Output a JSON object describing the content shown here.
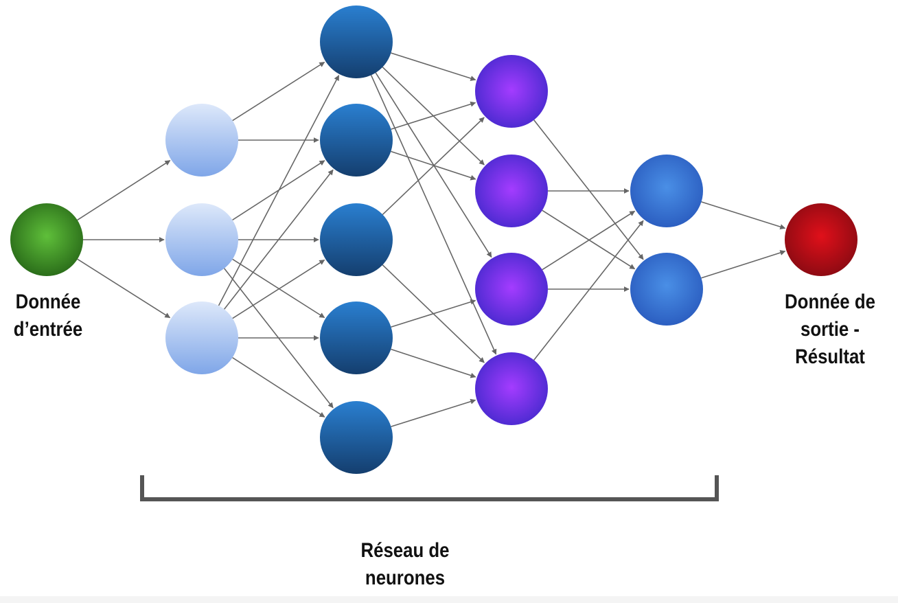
{
  "input_label": {
    "line1": "Donnée",
    "line2": "d’entrée"
  },
  "output_label": {
    "line1": "Donnée de",
    "line2": "sortie  -",
    "line3": "Résultat"
  },
  "network_label": {
    "line1": "Réseau de",
    "line2": "neurones"
  },
  "colors": {
    "input_node": "#2f8a1f",
    "layer1_node": "#a9c4f0",
    "layer2_node": "#1b5fa0",
    "layer3_node": "#8a2be2",
    "layer4_node": "#3a78d0",
    "output_node": "#c8101a",
    "edge": "#666666",
    "bracket": "#555555"
  }
}
